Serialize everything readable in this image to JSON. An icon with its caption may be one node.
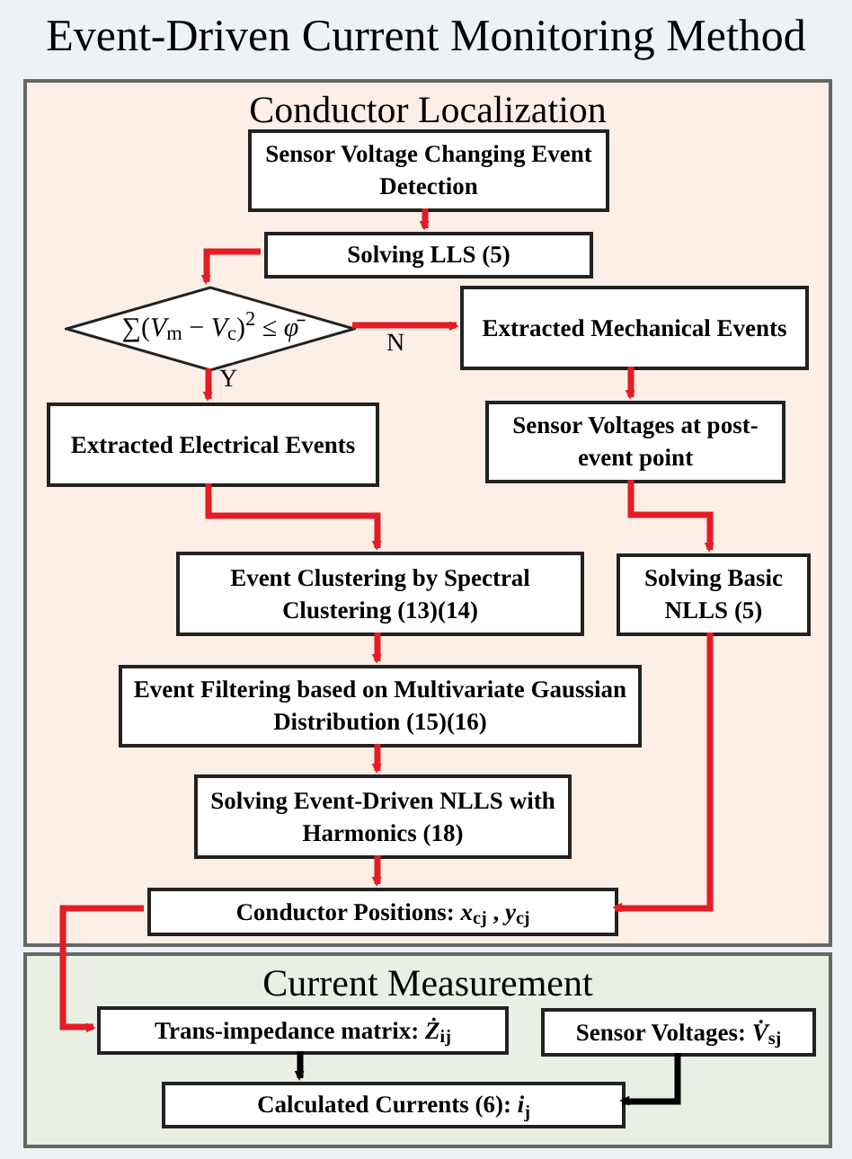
{
  "diagram": {
    "title": "Event-Driven Current Monitoring Method",
    "nodes": [
      {
        "text": [
          "Conductor Localization"
        ]
      },
      {
        "text": [
          "Sensor Voltage Changing Event Detection"
        ],
        "in": 0
      },
      {
        "text": [
          "Solving LLS (5)"
        ],
        "in": 0
      },
      {
        "text": [
          "∑(*V*$_{m}$ − *V*$_{c}$)$^{2}$ ≤ *φ̄*"
        ],
        "in": 0
      },
      {
        "text": [
          "Extracted Mechanical Events"
        ],
        "in": 0
      },
      {
        "text": [
          "Extracted Electrical Events"
        ],
        "in": 0
      },
      {
        "text": [
          "Sensor Voltages at post-event point"
        ],
        "in": 0
      },
      {
        "text": [
          "Event Clustering by Spectral Clustering (13)(14)"
        ],
        "in": 0
      },
      {
        "text": [
          "Solving Basic NLLS (5)"
        ],
        "in": 0
      },
      {
        "text": [
          "Event Filtering based on Multivariate Gaussian Distribution (15)(16)"
        ],
        "in": 0
      },
      {
        "text": [
          "Solving Event-Driven NLLS with Harmonics (18)"
        ],
        "in": 0
      },
      {
        "text": [
          "Conductor Positions: *x*$_{cj}$ , *y*$_{cj}$"
        ],
        "in": 0
      },
      {
        "text": [
          "Current Measurement"
        ]
      },
      {
        "text": [
          "Trans-impedance matrix: *Ż*$_{ij}$"
        ],
        "in": 12
      },
      {
        "text": [
          "Sensor Voltages: *V̇*$_{sj}$"
        ],
        "in": 12
      },
      {
        "text": [
          "Calculated Currents (6): *i*$_{j}$"
        ],
        "in": 12
      }
    ],
    "edges": [
      {
        "from": 1,
        "to": 2,
        "arrow": "to"
      },
      {
        "from": 2,
        "to": 3,
        "arrow": "to"
      },
      {
        "from": 3,
        "to": 4,
        "arrow": "to",
        "label": "N"
      },
      {
        "from": 3,
        "to": 5,
        "arrow": "to",
        "label": "Y"
      },
      {
        "from": 4,
        "to": 6,
        "arrow": "to"
      },
      {
        "from": 5,
        "to": 7,
        "arrow": "to"
      },
      {
        "from": 6,
        "to": 8,
        "arrow": "to"
      },
      {
        "from": 7,
        "to": 9,
        "arrow": "to"
      },
      {
        "from": 9,
        "to": 10,
        "arrow": "to"
      },
      {
        "from": 10,
        "to": 11,
        "arrow": "to"
      },
      {
        "from": 8,
        "to": 11,
        "arrow": "to"
      },
      {
        "from": 11,
        "to": 13,
        "arrow": "to"
      },
      {
        "from": 13,
        "to": 15,
        "arrow": "to",
        "color": "#000000"
      },
      {
        "from": 14,
        "to": 15,
        "arrow": "to",
        "color": "#000000"
      }
    ]
  }
}
